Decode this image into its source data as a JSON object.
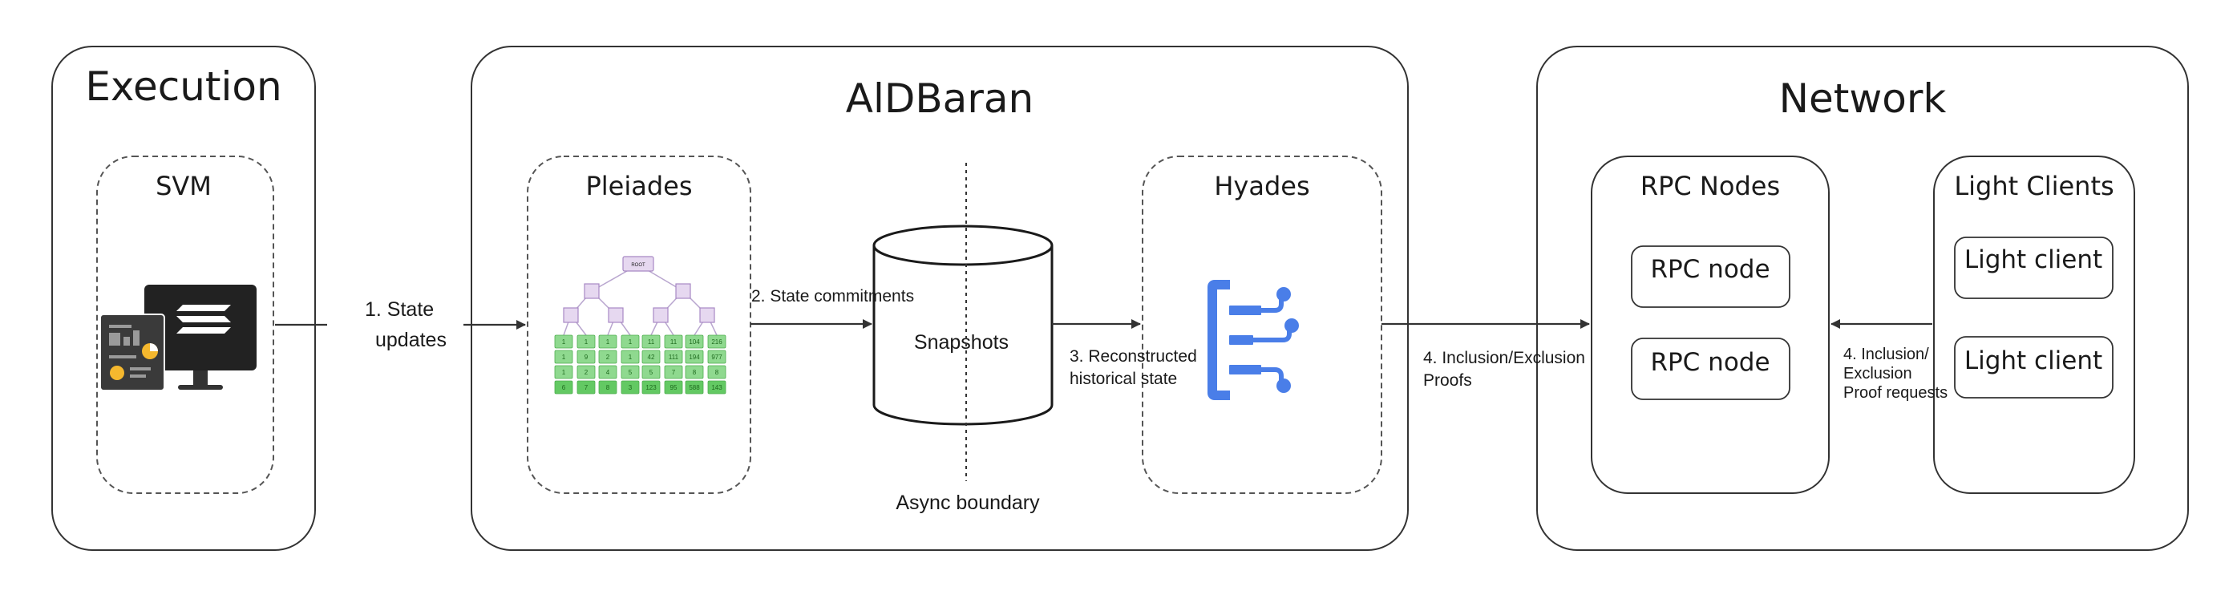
{
  "panels": {
    "execution": {
      "title": "Execution",
      "group": "SVM"
    },
    "aldbaran": {
      "title": "AlDBaran",
      "pleiades": "Pleiades",
      "snapshots": "Snapshots",
      "hyades": "Hyades",
      "async_boundary": "Async boundary",
      "tree_root": "ROOT"
    },
    "network": {
      "title": "Network",
      "rpc_group": "RPC Nodes",
      "rpc_nodes": [
        "RPC node",
        "RPC node"
      ],
      "light_group": "Light Clients",
      "light_clients": [
        "Light client",
        "Light client"
      ]
    }
  },
  "arrows": {
    "state_updates": [
      "1. State",
      "updates"
    ],
    "state_commitments": "2. State commitments",
    "reconstructed": [
      "3. Reconstructed",
      "historical state"
    ],
    "proofs": [
      "4. Inclusion/Exclusion",
      "Proofs"
    ],
    "proof_requests": [
      "4. Inclusion/",
      "Exclusion",
      "Proof requests"
    ]
  },
  "tree_leaves": [
    [
      "1",
      "1",
      "1",
      "1",
      "11",
      "11",
      "104",
      "216"
    ],
    [
      "1",
      "9",
      "2",
      "1",
      "42",
      "111",
      "194",
      "977"
    ],
    [
      "1",
      "2",
      "4",
      "5",
      "5",
      "7",
      "8",
      "8"
    ],
    [
      "6",
      "7",
      "8",
      "3",
      "123",
      "95",
      "588",
      "143"
    ]
  ],
  "colors": {
    "hyades_icon": "#4a7ee8",
    "tree_leaf": "#8fd98f",
    "tree_node": "#e6d8f0",
    "monitor": "#222222"
  }
}
